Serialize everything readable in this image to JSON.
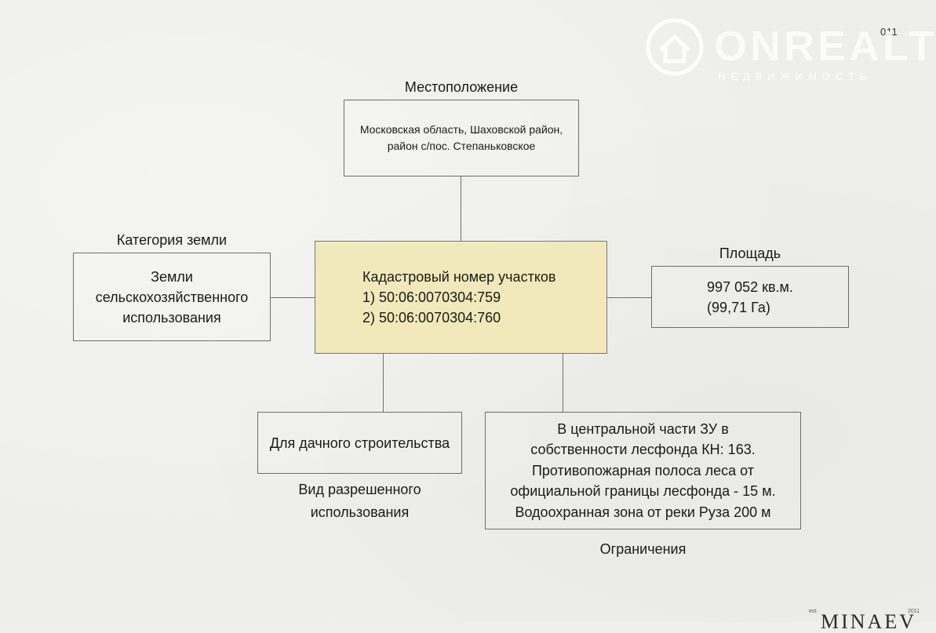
{
  "page_number": "011",
  "logo": {
    "wordmark": "ONREALT",
    "subtitle": "НЕДВИЖИМОСТЬ"
  },
  "location": {
    "label": "Местоположение",
    "text": "Московская область, Шаховской район,\nрайон с/пос. Степаньковское"
  },
  "center": {
    "text": "Кадастровый номер участков\n1) 50:06:0070304:759\n2) 50:06:0070304:760"
  },
  "land_category": {
    "label": "Категория земли",
    "text": "Земли\nсельскохозяйственного\nиспользования"
  },
  "area": {
    "label": "Площадь",
    "text": "997 052 кв.м.\n(99,71 Га)"
  },
  "permitted_use": {
    "label": "Вид разрешенного\nиспользования",
    "text": "Для дачного строительства"
  },
  "restrictions": {
    "label": "Ограничения",
    "text": "В центральной части ЗУ в\nсобственности лесфонда КН: 163.\nПротивопожарная полоса леса от\nофициальной границы лесфонда - 15 м.\nВодоохранная зона от реки Руза 200 м"
  },
  "footer": {
    "est": "est.",
    "year": "2011",
    "brand": "MINAEV"
  }
}
